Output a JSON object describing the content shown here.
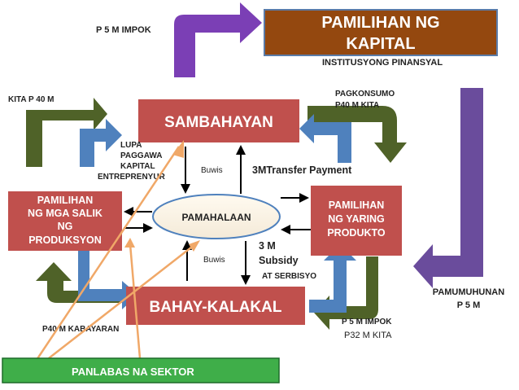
{
  "labels": {
    "impok_top": "P 5 M IMPOK",
    "kapital_line1": "PAMILIHAN NG",
    "kapital_line2": "KAPITAL",
    "institusyon": "INSTITUSYONG PINANSYAL",
    "kita_40": "KITA P 40 M",
    "pagkonsumo_line1": "PAGKONSUMO",
    "pagkonsumo_line2": "P40 M KITA",
    "sambahayan": "SAMBAHAYAN",
    "lupa": "LUPA",
    "paggawa": "PAGGAWA",
    "kapital_factor": "KAPITAL",
    "entreprenyur": "ENTREPRENYUR",
    "buwis_top": "Buwis",
    "transfer_payment": "3MTransfer Payment",
    "salik_line1": "PAMILIHAN",
    "salik_line2": "NG MGA SALIK",
    "salik_line3": "NG",
    "salik_line4": "PRODUKSYON",
    "pamahalaan": "PAMAHALAAN",
    "yaring_line1": "PAMILIHAN",
    "yaring_line2": "NG YARING",
    "yaring_line3": "PRODUKTO",
    "buwis_bottom": "Buwis",
    "subsidy_line1": "3 M",
    "subsidy_line2": "Subsidy",
    "at_serbisyo": "AT SERBISYO",
    "pamumuhunan_line1": "PAMUMUHUNAN",
    "pamumuhunan_line2": "P 5 M",
    "bahay_kalakal": "BAHAY-KALAKAL",
    "kabayaran": "P40 M KABAYARAN",
    "impok_bottom": "P 5 M IMPOK",
    "kita_32": "P32 M KITA",
    "panlabas": "PANLABAS NA SEKTOR"
  },
  "colors": {
    "red_box": "#c0504d",
    "brown_box": "#94480f",
    "ellipse_fill": "#fbf6ec",
    "ellipse_stroke": "#4f81bd",
    "purple_arrow": "#7b3fb5",
    "purple_arrow_right": "#6a4c9c",
    "green_arrow": "#4f6228",
    "blue_arrow": "#4f81bd",
    "orange_line": "#f0a868",
    "green_footer": "#3fae49"
  }
}
